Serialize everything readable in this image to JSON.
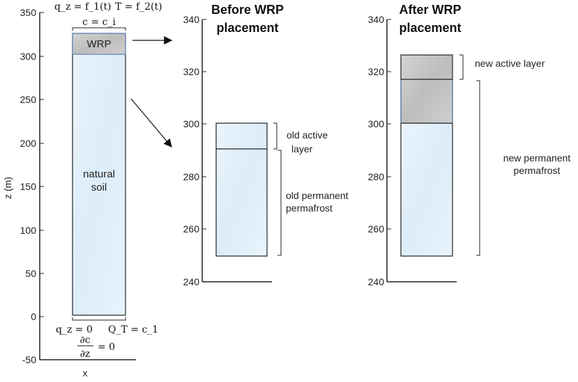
{
  "left_panel": {
    "y_axis": {
      "label": "z (m)",
      "ticks": [
        "350",
        "300",
        "250",
        "200",
        "150",
        "100",
        "50",
        "0",
        "-50"
      ]
    },
    "x_axis_label": "x",
    "bc_top_flux": "q_z = f_1(t)",
    "bc_top_temp": "T = f_2(t)",
    "bc_top_conc": "c = c_i",
    "bc_bottom_flux": "q_z = 0",
    "bc_bottom_q": "Q_T = c_1",
    "bc_bottom_grad_num": "∂c",
    "bc_bottom_grad_den": "∂z",
    "bc_bottom_grad_eq": "= 0",
    "wrp_label": "WRP",
    "soil_label_1": "natural",
    "soil_label_2": "soil"
  },
  "middle_panel": {
    "title_line1": "Before WRP",
    "title_line2": "placement",
    "y_ticks": [
      "340",
      "320",
      "300",
      "280",
      "260",
      "240"
    ],
    "active_label_1": "old active",
    "active_label_2": "layer",
    "perm_label_1": "old permanent",
    "perm_label_2": "permafrost"
  },
  "right_panel": {
    "title_line1": "After WRP",
    "title_line2": "placement",
    "y_ticks": [
      "340",
      "320",
      "300",
      "280",
      "260",
      "240"
    ],
    "active_label": "new active layer",
    "perm_label_1": "new permanent",
    "perm_label_2": "permafrost"
  },
  "colors": {
    "soil": "#e3f0fb",
    "wrp": "#c9c9c9",
    "wrp_border": "#5b7fb5"
  }
}
